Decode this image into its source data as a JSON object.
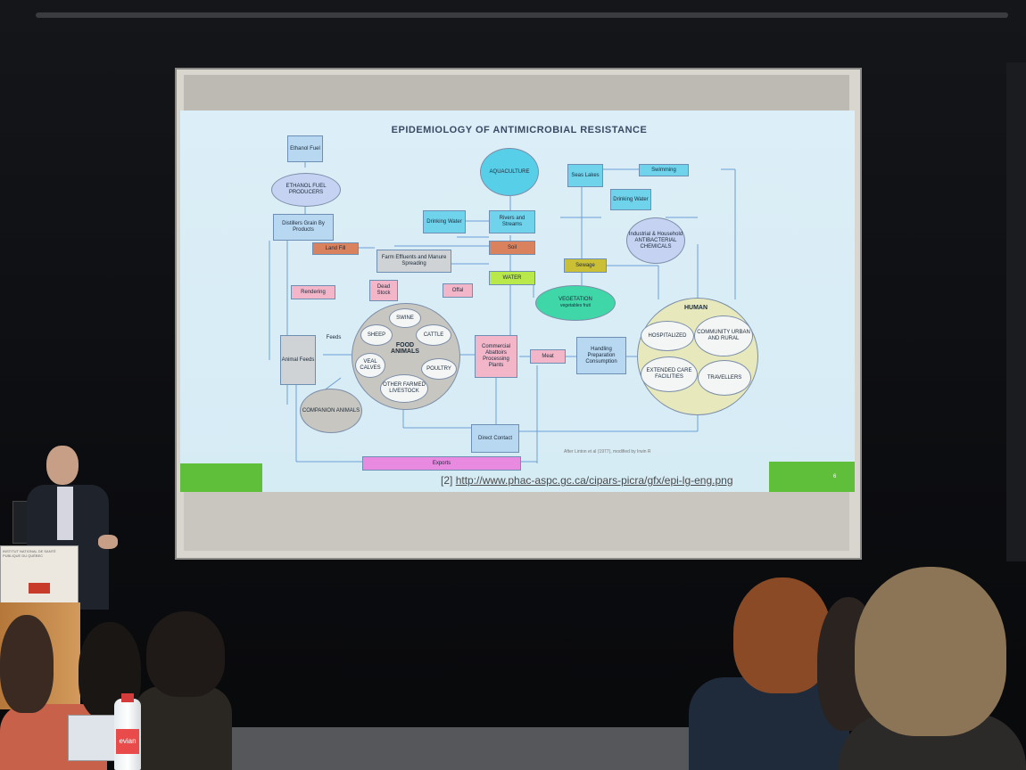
{
  "slide": {
    "title": "EPIDEMIOLOGY OF ANTIMICROBIAL RESISTANCE",
    "url_ref": "[2]",
    "url": "http://www.phac-aspc.gc.ca/cipars-picra/gfx/epi-lg-eng.png",
    "credit": "After Linton et al (1977), modified by Irwin R",
    "slide_number": "6"
  },
  "diagram": {
    "boxes": {
      "ethanol_fuel": "Ethanol Fuel",
      "distillers_grain": "Distillers Grain By Products",
      "land_fill": "Land Fill",
      "farm_effluents": "Farm Effluents and Manure Spreading",
      "dead_stock": "Dead Stock",
      "rendering": "Rendering",
      "offal": "Offal",
      "animal_feeds": "Animal Feeds",
      "drinking_water_left": "Drinking Water",
      "rivers_streams": "Rivers and Streams",
      "soil": "Soil",
      "water": "WATER",
      "seas_lakes": "Seas Lakes",
      "swimming": "Swimming",
      "drinking_water_right": "Drinking Water",
      "sewage": "Sewage",
      "commercial_abattoirs": "Commercial Abattoirs Processing Plants",
      "meat": "Meat",
      "handling": "Handling Preparation Consumption",
      "direct_contact": "Direct Contact",
      "exports": "Exports",
      "feeds_label": "Feeds"
    },
    "ellipses": {
      "ethanol_producers": "ETHANOL FUEL PRODUCERS",
      "aquaculture": "AQUACULTURE",
      "industrial": "Industrial & Household ANTIBACTERIAL CHEMICALS",
      "vegetation": "VEGETATION",
      "vegetation_sub": "vegetables fruit",
      "food_animals": "FOOD ANIMALS",
      "swine": "SWINE",
      "sheep": "SHEEP",
      "cattle": "CATTLE",
      "veal_calves": "VEAL CALVES",
      "poultry": "POULTRY",
      "other_livestock": "OTHER FARMED LIVESTOCK",
      "companion_animals": "COMPANION ANIMALS",
      "human": "HUMAN",
      "hospitalized": "HOSPITALIZED",
      "community": "COMMUNITY URBAN AND RURAL",
      "extended_care": "EXTENDED CARE FACILITIES",
      "travellers": "TRAVELLERS"
    }
  },
  "podium_sign": "INSTITUT NATIONAL DE SANTÉ PUBLIQUE DU QUÉBEC",
  "bottle_label": "evian",
  "colors": {
    "slide_bg": "#d6ecf5",
    "accent_green": "#5fbf3a",
    "exports_magenta": "#e78ae0"
  }
}
